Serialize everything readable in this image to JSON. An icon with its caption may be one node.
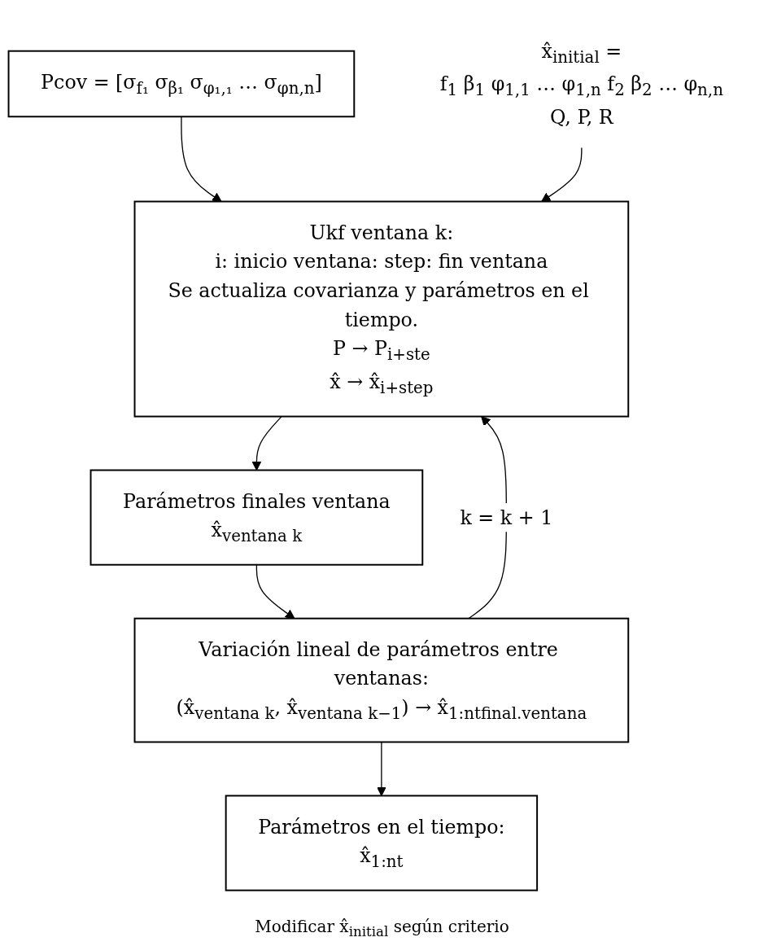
{
  "diagram": {
    "nodes": [
      {
        "text": [
          "Pcov = [σ$_{f₁}$ σ$_{β₁}$ σ$_{φ₁,₁}$ … σ$_{φn,n}$]"
        ]
      },
      {
        "text": [
          "x̂$_{initial}$ =",
          "f$_{1}$ β$_{1}$ φ$_{1,1}$ … φ$_{1,n}$ f$_{2}$ β$_{2}$ … φ$_{n,n}$",
          "Q, P, R"
        ]
      },
      {
        "text": [
          "Ukf ventana k:",
          "i: inicio ventana: step: fin ventana",
          "Se actualiza covarianza y parámetros en el tiempo.",
          "P → P$_{i+ste}$",
          "x̂ → x̂$_{i+step}$"
        ]
      },
      {
        "text": [
          "Parámetros finales ventana",
          "x̂$_{ventana k}$"
        ]
      },
      {
        "text": [
          "Variación lineal de parámetros entre ventanas:",
          "(x̂$_{ventana k}$, x̂$_{ventana k−1}$) → x̂$_{1:ntfinal.ventana}$"
        ]
      },
      {
        "text": [
          "Parámetros en el tiempo:",
          "x̂$_{1:nt}$"
        ]
      }
    ],
    "edges": [
      {
        "from": 0,
        "to": 2,
        "arrow": "to"
      },
      {
        "from": 1,
        "to": 2,
        "arrow": "to"
      },
      {
        "from": 2,
        "to": 3,
        "arrow": "to"
      },
      {
        "from": 3,
        "to": 4,
        "arrow": "to"
      },
      {
        "from": 4,
        "to": 2,
        "arrow": "to",
        "label": "k = k + 1"
      },
      {
        "from": 4,
        "to": 5,
        "arrow": "to"
      }
    ],
    "labels": [
      "Modificar x̂$_{initial}$ según criterio"
    ]
  }
}
